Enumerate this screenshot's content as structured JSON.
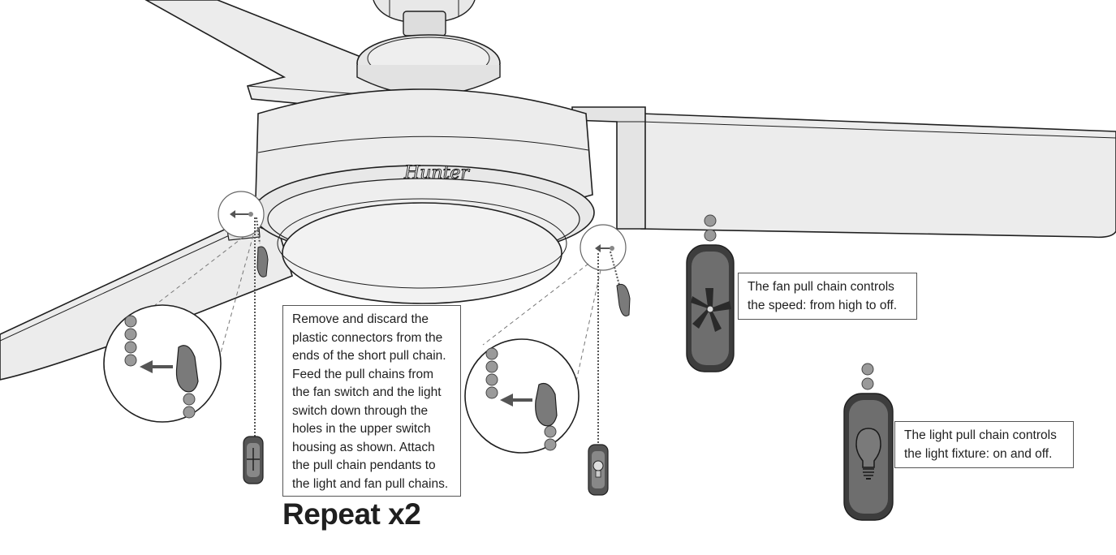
{
  "brand_logo": "Hunter",
  "instructions": {
    "lines": [
      "Remove and discard the",
      "plastic connectors from the",
      "ends of the short pull chain.",
      "Feed the pull chains from",
      "the fan switch and the light",
      "switch down through the",
      "holes in the upper switch",
      "housing as shown. Attach",
      "the pull chain pendants to",
      "the light and fan pull chains."
    ]
  },
  "repeat_label": "Repeat x2",
  "fan_chain_note": {
    "lines": [
      "The fan pull chain controls",
      "the speed: from high to off."
    ]
  },
  "light_chain_note": {
    "lines": [
      "The light pull chain controls",
      "the light fixture: on and off."
    ]
  },
  "colors": {
    "line": "#1f1f1f",
    "fan_body": "#ececec",
    "pendant": "#6e6e6e",
    "arrow": "#555555",
    "bead": "#9a9a9a"
  }
}
